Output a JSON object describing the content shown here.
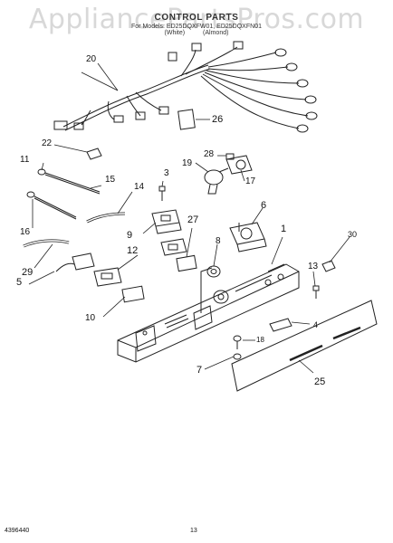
{
  "watermark": "AppliancePartsPros.com",
  "header": {
    "title": "CONTROL PARTS",
    "line2": "For Models: ED25DQXFW01, ED25DQXFN01",
    "line3": "(White) (Almond)"
  },
  "callouts": [
    "20",
    "26",
    "22",
    "11",
    "15",
    "3",
    "19",
    "28",
    "17",
    "14",
    "27",
    "6",
    "9",
    "16",
    "12",
    "8",
    "1",
    "30",
    "13",
    "29",
    "5",
    "10",
    "4",
    "18",
    "7",
    "25"
  ],
  "footer": {
    "code": "4396440",
    "page": "13"
  }
}
